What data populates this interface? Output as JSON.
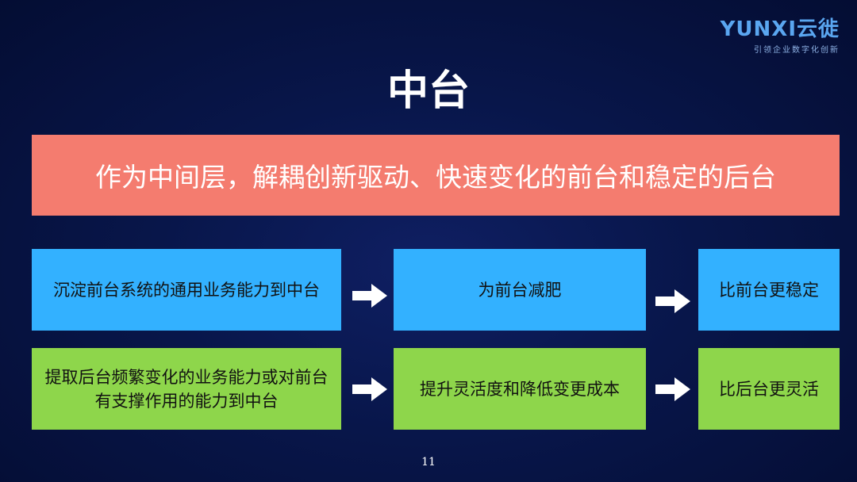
{
  "logo": {
    "mark": "YUNXI云徙",
    "tagline": "引领企业数字化创新"
  },
  "title": "中台",
  "banner": "作为中间层，解耦创新驱动、快速变化的前台和稳定的后台",
  "rows": [
    {
      "cells": [
        "沉淀前台系统的通用业务能力到中台",
        "为前台减肥",
        "比前台更稳定"
      ],
      "color": "#33b1ff"
    },
    {
      "cells": [
        "提取后台频繁变化的业务能力或对前台有支撑作用的能力到中台",
        "提升灵活度和降低变更成本",
        "比后台更灵活"
      ],
      "color": "#8ed64b"
    }
  ],
  "page_number": "11"
}
